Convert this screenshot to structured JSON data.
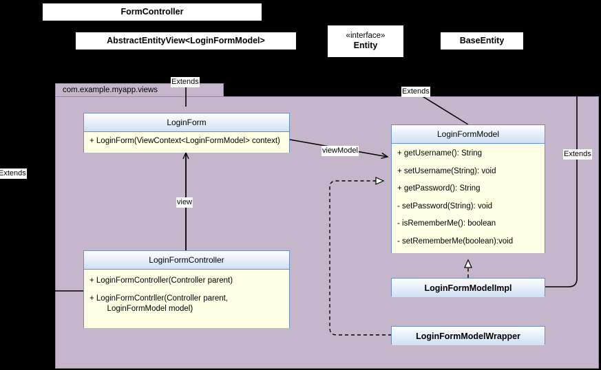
{
  "diagram": {
    "type": "uml-class-diagram",
    "background": "#000000",
    "package": {
      "name": "com.example.myapp.views",
      "fill": "#c5b6cb",
      "stroke": "#9a86a6"
    },
    "palette": {
      "class_header_top": "#ffffff",
      "class_header_bottom": "#cfe0f5",
      "class_body": "#ffffe6",
      "class_border": "#6c8ebf",
      "external_box": "#ffffff",
      "line": "#000000"
    },
    "external_classes": [
      {
        "id": "form-controller",
        "name": "FormController"
      },
      {
        "id": "abstract-entity-view",
        "name": "AbstractEntityView<LoginFormModel>"
      },
      {
        "id": "entity",
        "stereotype": "«interface»",
        "name": "Entity"
      },
      {
        "id": "base-entity",
        "name": "BaseEntity"
      }
    ],
    "classes": [
      {
        "id": "login-form",
        "name": "LoginForm",
        "members": [
          "+ LoginForm(ViewContext<LoginFormModel> context)"
        ]
      },
      {
        "id": "login-form-model",
        "name": "LoginFormModel",
        "members": [
          "+ getUsername(): String",
          "+ setUsername(String): void",
          "+ getPassword(): String",
          "- setPassword(String): void",
          "- isRememberMe(): boolean",
          "- setRememberMe(boolean):void"
        ]
      },
      {
        "id": "login-form-controller",
        "name": "LoginFormController",
        "members": [
          "+ LoginFormController(Controller parent)",
          "+ LoginFormContrller(Controller parent,\n        LoginFormModel model)"
        ]
      },
      {
        "id": "login-form-model-impl",
        "name": "LoginFormModelImpl",
        "members": []
      },
      {
        "id": "login-form-model-wrapper",
        "name": "LoginFormModelWrapper",
        "members": []
      }
    ],
    "edge_labels": {
      "extends_login_form": "Extends",
      "extends_login_form_model": "Extends",
      "extends_base_entity": "Extends",
      "extends_controller": "Extends",
      "view_model": "viewModel",
      "view": "view"
    }
  }
}
